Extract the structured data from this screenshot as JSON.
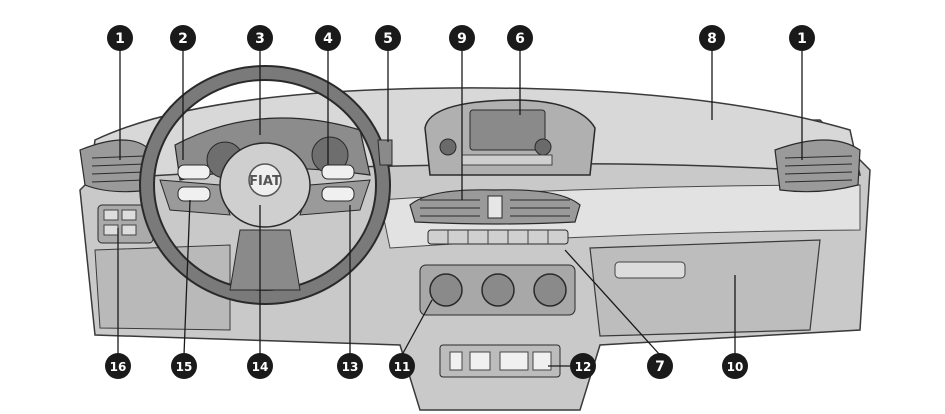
{
  "callouts": [
    {
      "number": "1"
    },
    {
      "number": "2"
    },
    {
      "number": "3"
    },
    {
      "number": "4"
    },
    {
      "number": "5"
    },
    {
      "number": "6"
    },
    {
      "number": "8"
    },
    {
      "number": "9"
    },
    {
      "number": "1"
    },
    {
      "number": "16"
    },
    {
      "number": "15"
    },
    {
      "number": "14"
    },
    {
      "number": "13"
    },
    {
      "number": "11"
    },
    {
      "number": "12"
    },
    {
      "number": "7"
    },
    {
      "number": "10"
    }
  ],
  "logo": {
    "text": "FIAT"
  },
  "colors": {
    "callout_fill": "#1a1a1a",
    "dashboard": "#cfcfcf",
    "dashboard_dark": "#a8a8a8",
    "shade_light": "#e6e6e6",
    "line": "#3a3a3a"
  }
}
